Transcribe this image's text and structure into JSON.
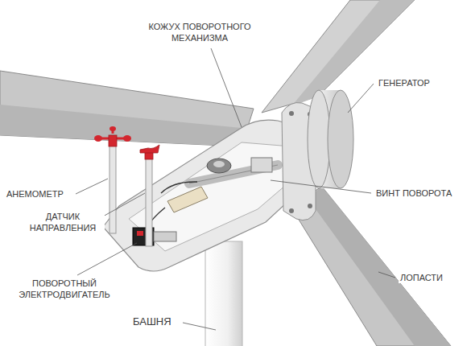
{
  "diagram": {
    "labels": [
      "КОЖУХ ПОВОРОТНОГО МЕХАНИЗМА",
      "ГЕНЕРАТОР",
      "АНЕМОМЕТР",
      "ВИНТ ПОВОРОТА",
      "ДАТЧИК НАПРАВЛЕНИЯ",
      "ЛОПАСТИ",
      "ПОВОРОТНЫЙ ЭЛЕКТРОДВИГАТЕЛЬ",
      "БАШНЯ"
    ]
  }
}
